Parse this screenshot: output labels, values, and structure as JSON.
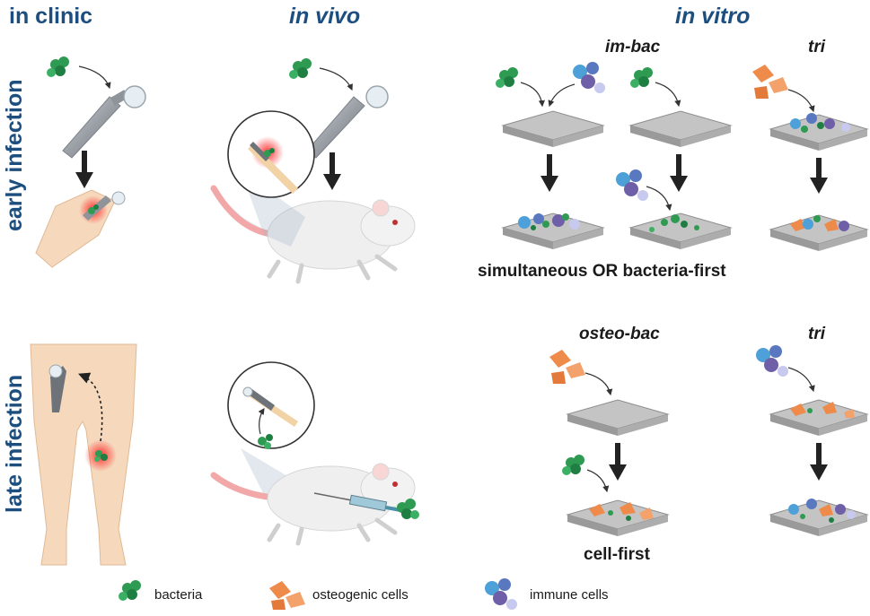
{
  "columns": {
    "clinic": "in clinic",
    "vivo": "in vivo",
    "vitro": "in vitro"
  },
  "rows": {
    "early": "early infection",
    "late": "late infection"
  },
  "early_vitro": {
    "label_a": "im-bac",
    "label_b": "tri",
    "caption": "simultaneous OR bacteria-first"
  },
  "late_vitro": {
    "label_a": "osteo-bac",
    "label_b": "tri",
    "caption": "cell-first"
  },
  "legend": {
    "bacteria": "bacteria",
    "osteogenic": "osteogenic cells",
    "immune": "immune cells"
  },
  "colors": {
    "heading": "#1c4f7f",
    "bacteria": "#2e9a52",
    "osteogenic": "#ee8a4a",
    "immune": "#5a78c0",
    "scaffold": "#b9b9b9",
    "skin": "#f6d9bd",
    "mouse": "#efefef",
    "infection": "#ff3030"
  }
}
